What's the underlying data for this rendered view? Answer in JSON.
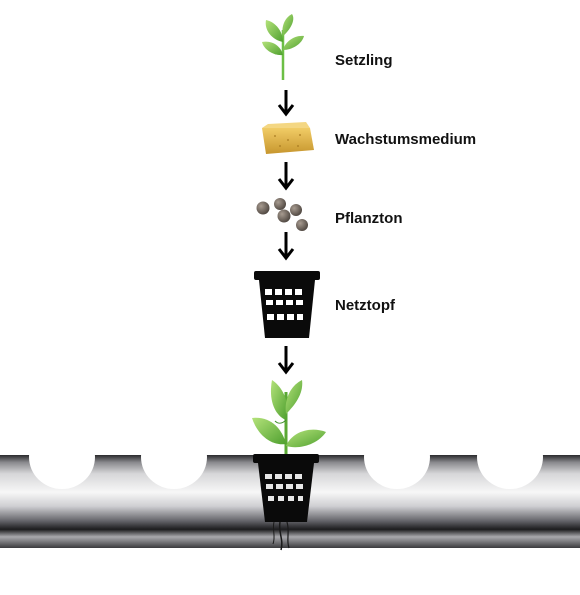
{
  "steps": [
    {
      "label": "Setzling",
      "icon": "seedling-icon"
    },
    {
      "label": "Wachstumsmedium",
      "icon": "growing-medium-icon"
    },
    {
      "label": "Pflanzton",
      "icon": "clay-pebbles-icon"
    },
    {
      "label": "Netztopf",
      "icon": "net-pot-icon"
    }
  ],
  "result_icon": "potted-plant-in-pipe-icon",
  "colors": {
    "leaf": "#7cc84a",
    "leaf_dark": "#3f8f2a",
    "sponge": "#e6b84c",
    "pebble": "#7a6f66",
    "pot": "#0a0a0a",
    "pipe_mid": "#f2f2f2",
    "pipe_dark": "#1c1c1e",
    "arrow": "#000000"
  }
}
